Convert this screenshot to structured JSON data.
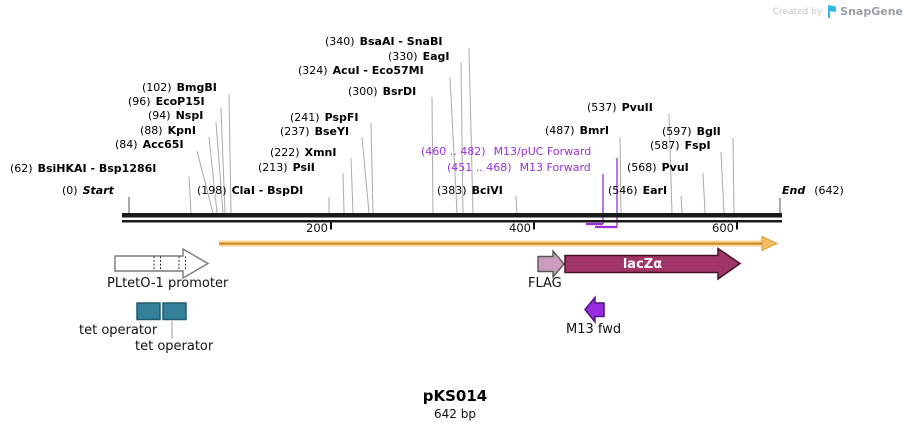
{
  "watermark": {
    "created_by": "Created by",
    "brand": "SnapGene"
  },
  "title": {
    "name": "pKS014",
    "length": "642 bp"
  },
  "map": {
    "start": {
      "pos": "(0)",
      "name": "Start"
    },
    "end": {
      "name": "End",
      "pos": "(642)"
    },
    "ruler": {
      "ticks": [
        "200",
        "400",
        "600"
      ]
    },
    "sites": [
      {
        "pos": "(62)",
        "name": "BsiHKAI - Bsp1286I"
      },
      {
        "pos": "(84)",
        "name": "Acc65I"
      },
      {
        "pos": "(88)",
        "name": "KpnI"
      },
      {
        "pos": "(94)",
        "name": "NspI"
      },
      {
        "pos": "(96)",
        "name": "EcoP15I"
      },
      {
        "pos": "(102)",
        "name": "BmgBI"
      },
      {
        "pos": "(198)",
        "name": "ClaI - BspDI"
      },
      {
        "pos": "(213)",
        "name": "PsiI"
      },
      {
        "pos": "(222)",
        "name": "XmnI"
      },
      {
        "pos": "(237)",
        "name": "BseYI"
      },
      {
        "pos": "(241)",
        "name": "PspFI"
      },
      {
        "pos": "(300)",
        "name": "BsrDI"
      },
      {
        "pos": "(324)",
        "name": "AcuI - Eco57MI"
      },
      {
        "pos": "(330)",
        "name": "EagI"
      },
      {
        "pos": "(340)",
        "name": "BsaAI - SnaBI"
      },
      {
        "pos": "(383)",
        "name": "BciVI"
      },
      {
        "pos": "(487)",
        "name": "BmrI"
      },
      {
        "pos": "(537)",
        "name": "PvuII"
      },
      {
        "pos": "(546)",
        "name": "EarI"
      },
      {
        "pos": "(568)",
        "name": "PvuI"
      },
      {
        "pos": "(587)",
        "name": "FspI"
      },
      {
        "pos": "(597)",
        "name": "BglI"
      }
    ],
    "primers": [
      {
        "range": "(460 .. 482)",
        "name": "M13/pUC Forward"
      },
      {
        "range": "(451 .. 468)",
        "name": "M13 Forward"
      }
    ]
  },
  "features": {
    "promoter": {
      "label": "PLtetO-1 promoter"
    },
    "tet_operator_1": {
      "label": "tet operator"
    },
    "tet_operator_2": {
      "label": "tet operator"
    },
    "flag": {
      "label": "FLAG"
    },
    "lacz": {
      "label": "lacZα"
    },
    "m13_fwd": {
      "label": "M13 fwd"
    }
  },
  "colors": {
    "primer_purple": "#9b30d9",
    "m13_arrow": "#992be0",
    "lacz_arrow": "#a13568",
    "flag_arrow": "#cc9cbd",
    "tet_box": "#35809a",
    "span_light": "#f9d595",
    "span_dark": "#c8861c",
    "leader_gray": "#aaaaaa",
    "brand_blue": "#33b5e5"
  }
}
